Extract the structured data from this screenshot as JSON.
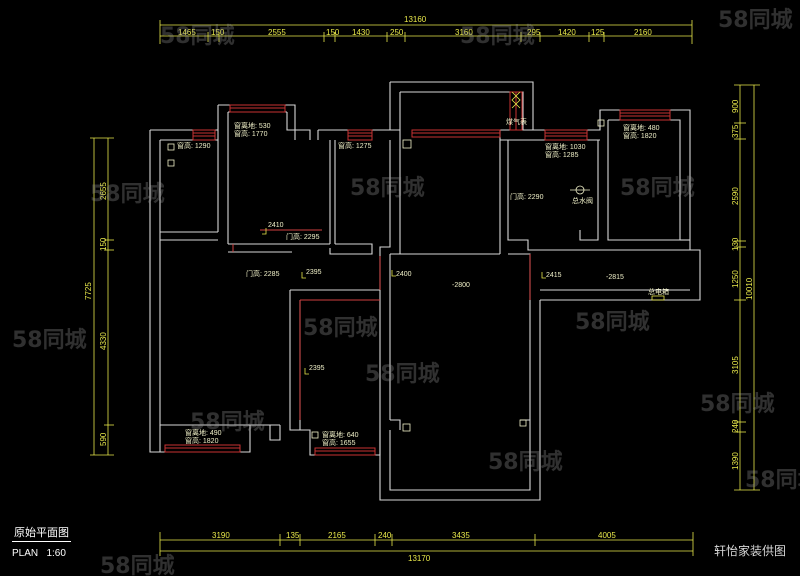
{
  "top_total": "13160",
  "top_dims": [
    "1465",
    "150",
    "2555",
    "150",
    "1430",
    "250",
    "3160",
    "295",
    "1420",
    "125",
    "2160"
  ],
  "bottom_total": "13170",
  "bottom_dims": [
    "3190",
    "135",
    "2165",
    "240",
    "3435",
    "4005"
  ],
  "left_total": "7725",
  "left_dims": [
    "2655",
    "150",
    "4330",
    "590"
  ],
  "right_total": "10010",
  "right_dims": [
    "900",
    "375",
    "2590",
    "130",
    "1250",
    "3105",
    "240",
    "1390"
  ],
  "room_labels": {
    "l1": "窗高: 1290",
    "l2a": "窗离地: 530",
    "l2b": "窗高: 1770",
    "l3": "窗高: 1275",
    "l4a": "窗离地: 1030",
    "l4b": "窗高: 1285",
    "l5a": "窗离地: 480",
    "l5b": "窗高: 1820",
    "l6": "门高: 2290",
    "l7": "门高: 2295",
    "l8": "门高: 2285",
    "l9a": "窗离地: 490",
    "l9b": "窗高: 1820",
    "l10a": "窗离地: 640",
    "l10b": "窗高: 1655",
    "h1": "2410",
    "h2": "2395",
    "h3": "2400",
    "h4": "2415",
    "h5": "2395",
    "e1": "-2800",
    "e2": "-2815",
    "eq1": "煤气表",
    "eq2": "总水阀",
    "eq3": "总电箱"
  },
  "title": {
    "name": "原始平面图",
    "plan": "PLAN",
    "scale": "1:60"
  },
  "credit": "轩怡家装供图",
  "watermark": "58同城",
  "colors": {
    "wall": "#d6d6d6",
    "dim": "#e8e84a",
    "window": "#c83232",
    "door": "#d04040"
  }
}
